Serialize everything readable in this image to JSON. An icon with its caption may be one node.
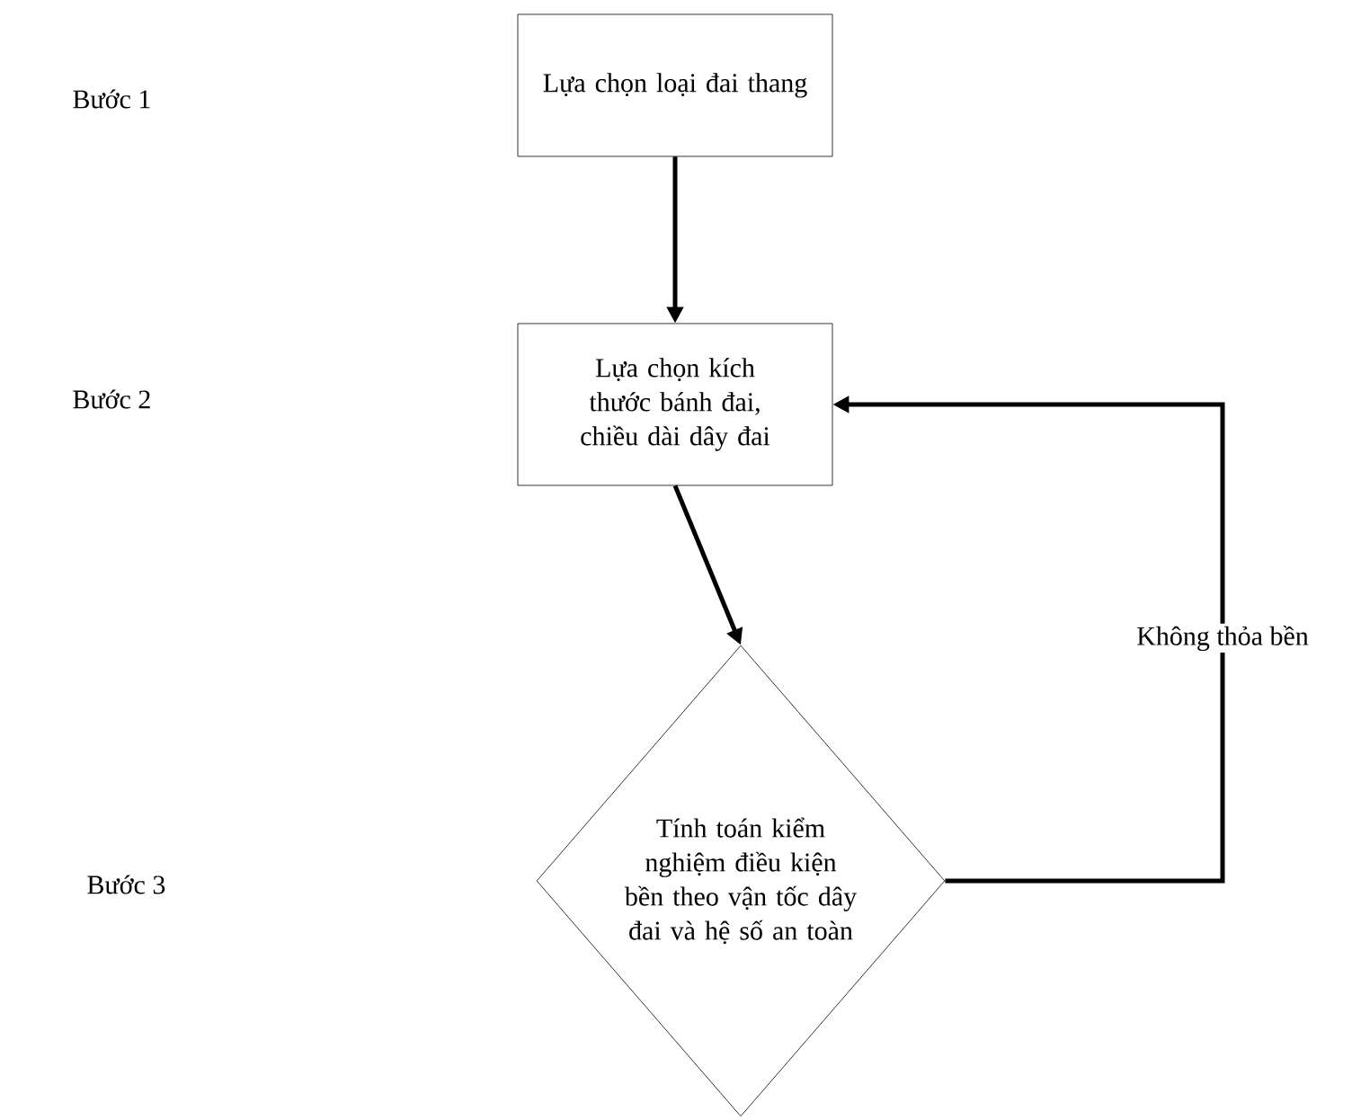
{
  "diagram": {
    "nodes": [
      {
        "text": [
          "Lựa chọn loại đai thang"
        ]
      },
      {
        "text": [
          "Lựa chọn kích thước bánh đai, chiều dài dây đai"
        ]
      },
      {
        "text": [
          "Tính toán kiểm nghiệm điều kiện bền theo vận tốc dây đai và hệ số an toàn"
        ]
      }
    ],
    "edges": [
      {
        "from": 0,
        "to": 1,
        "arrow": "to"
      },
      {
        "from": 1,
        "to": 2,
        "arrow": "to"
      },
      {
        "from": 2,
        "to": 1,
        "arrow": "to",
        "label": "Không thỏa bền"
      }
    ],
    "labels": [
      "Bước 1",
      "Bước 2",
      "Bước 3"
    ]
  }
}
